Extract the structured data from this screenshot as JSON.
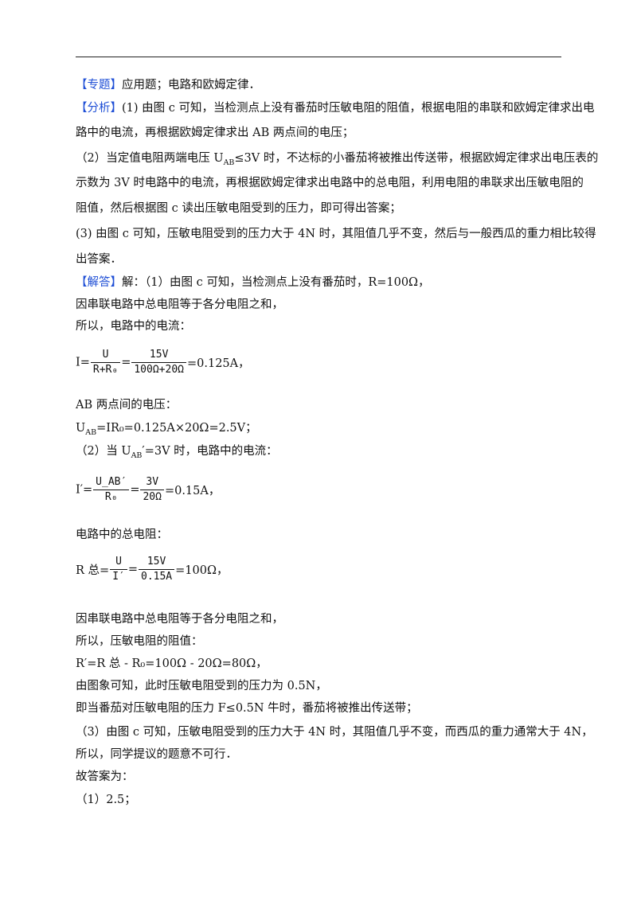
{
  "header": {
    "topic_tag": "【专题】",
    "topic_text": "应用题；电路和欧姆定律．"
  },
  "analysis": {
    "tag": "【分析】",
    "line1": "(1) 由图 c 可知，当检测点上没有番茄时压敏电阻的阻值，根据电阻的串联和欧姆定律求出电",
    "line2": "路中的电流，再根据欧姆定律求出 AB 两点间的电压；",
    "line3a": "（2）当定值电阻两端电压 U",
    "line3sub": "AB",
    "line3b": "≤3V 时，不达标的小番茄将被推出传送带，根据欧姆定律求出电压表的",
    "line4": "示数为 3V 时电路中的电流，再根据欧姆定律求出电路中的总电阻，利用电阻的串联求出压敏电阻的",
    "line5": "阻值，然后根据图 c 读出压敏电阻受到的压力，即可得出答案；",
    "line6": "(3) 由图 c 可知，压敏电阻受到的压力大于 4N 时，其阻值几乎不变，然后与一般西瓜的重力相比较得",
    "line7": "出答案．"
  },
  "solution": {
    "tag": "【解答】",
    "line1": "解：（1）由图 c 可知，当检测点上没有番茄时，R=100Ω，",
    "line2": "因串联电路中总电阻等于各分电阻之和，",
    "line3": "所以，电路中的电流：",
    "eq1": {
      "lhs": "I=",
      "f1_num": "U",
      "f1_den": "R+R₀",
      "mid": "=",
      "f2_num": "15V",
      "f2_den": "100Ω+20Ω",
      "rhs": "=0.125A，"
    },
    "line4": "AB 两点间的电压：",
    "line5a": "U",
    "line5sub": "AB",
    "line5b": "=IR₀=0.125A×20Ω=2.5V；",
    "line6a": "（2）当 U",
    "line6sub": "AB",
    "line6b": "′=3V 时，电路中的电流：",
    "eq2": {
      "lhs": "I′=",
      "f1_num": "U_AB′",
      "f1_den": "R₀",
      "mid": "=",
      "f2_num": "3V",
      "f2_den": "20Ω",
      "rhs": "=0.15A，"
    },
    "line7": "电路中的总电阻：",
    "eq3": {
      "lhs": "R 总=",
      "f1_num": "U",
      "f1_den": "I′",
      "mid": "=",
      "f2_num": "15V",
      "f2_den": "0.15A",
      "rhs": "=100Ω，"
    },
    "line8": "因串联电路中总电阻等于各分电阻之和，",
    "line9": "所以，压敏电阻的阻值：",
    "line10": "R′=R 总 - R₀=100Ω - 20Ω=80Ω，",
    "line11": "由图象可知，此时压敏电阻受到的压力为 0.5N，",
    "line12": "即当番茄对压敏电阻的压力 F≤0.5N 牛时，番茄将被推出传送带；",
    "line13": "（3）由图 c 可知，压敏电阻受到的压力大于 4N 时，其阻值几乎不变，而西瓜的重力通常大于 4N，",
    "line14": "所以，同学提议的题意不可行．",
    "line15": "故答案为：",
    "line16": "（1）2.5；"
  }
}
